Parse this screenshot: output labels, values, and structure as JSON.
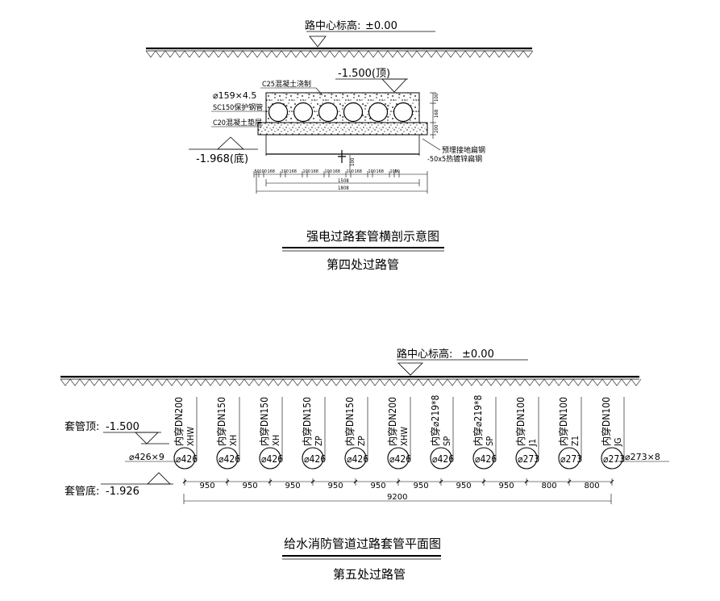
{
  "section4": {
    "road_center_label": "路中心标高:",
    "road_center_value": "±0.00",
    "top_elev": "-1.500(顶)",
    "bottom_elev": "-1.968(底)",
    "label_c25": "C25混凝土浇制",
    "label_pipe_size": "⌀159×4.5",
    "label_sc150": "SC150保护钢管",
    "label_c20": "C20混凝土垫层",
    "label_ground_steel": "预埋接地扁钢",
    "label_galv": "-50x5热镀锌扁钢",
    "dim_right": [
      "100",
      "168",
      "200"
    ],
    "dim_small": "100",
    "dim_row": [
      "50",
      "100",
      "168",
      "100",
      "168",
      "100",
      "168",
      "100",
      "168",
      "100",
      "168",
      "100",
      "168",
      "100",
      "50"
    ],
    "dim_inner_total": "1508",
    "dim_outer_total": "1808",
    "pipe_count": 6,
    "title": "强电过路套管横剖示意图",
    "subtitle": "第四处过路管"
  },
  "section5": {
    "road_center_label": "路中心标高:",
    "road_center_value": "±0.00",
    "top_label": "套管顶:",
    "top_value": "-1.500",
    "bottom_label": "套管底:",
    "bottom_value": "-1.926",
    "pipe_spec_left": "⌀426×9",
    "pipe_spec_right": "⌀273×8",
    "pipes": [
      {
        "line1": "内穿DN200",
        "line2": "XHW",
        "size": "⌀426"
      },
      {
        "line1": "内穿DN150",
        "line2": "XH",
        "size": "⌀426"
      },
      {
        "line1": "内穿DN150",
        "line2": "XH",
        "size": "⌀426"
      },
      {
        "line1": "内穿DN150",
        "line2": "ZP",
        "size": "⌀426"
      },
      {
        "line1": "内穿DN150",
        "line2": "ZP",
        "size": "⌀426"
      },
      {
        "line1": "内穿DN200",
        "line2": "XHW",
        "size": "⌀426"
      },
      {
        "line1": "内穿⌀219*8",
        "line2": "SP",
        "size": "⌀426"
      },
      {
        "line1": "内穿⌀219*8",
        "line2": "SP",
        "size": "⌀426"
      },
      {
        "line1": "内穿DN100",
        "line2": "J1",
        "size": "⌀273"
      },
      {
        "line1": "内穿DN100",
        "line2": "Z1",
        "size": "⌀273"
      },
      {
        "line1": "内穿DN100",
        "line2": "JG",
        "size": "⌀273"
      }
    ],
    "spacings": [
      "950",
      "950",
      "950",
      "950",
      "950",
      "950",
      "950",
      "950",
      "800",
      "800"
    ],
    "total": "9200",
    "title": "给水消防管道过路套管平面图",
    "subtitle": "第五处过路管"
  }
}
